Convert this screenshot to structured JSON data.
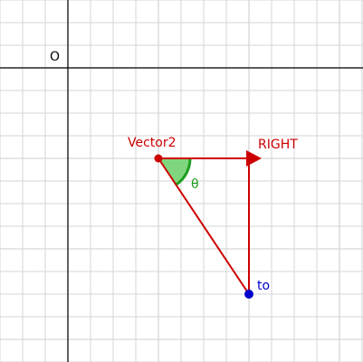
{
  "labels": {
    "origin": "O",
    "from_point": "Vector2",
    "direction": "RIGHT",
    "target_point": "to",
    "angle": "θ"
  },
  "colors": {
    "background": "#ffffff",
    "grid_minor": "#d6d6d6",
    "axis": "#000000",
    "vector": "#cc0000",
    "from_point": "#cc0000",
    "target_point": "#0000cc",
    "angle_fill": "#7fd67f",
    "angle_stroke": "#1f9e1f",
    "angle_label": "#1a9a1a"
  }
}
